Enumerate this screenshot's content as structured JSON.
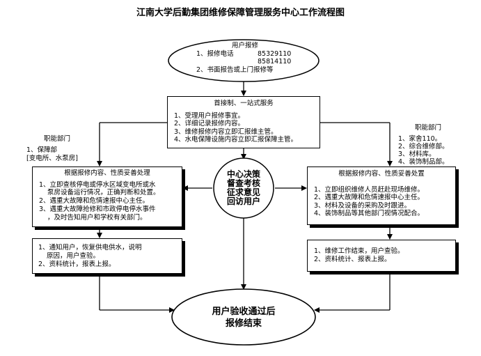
{
  "title": "江南大学后勤集团维修保障管理服务中心工作流程图",
  "top_ellipse": {
    "heading": "用户报修",
    "items": [
      "1、报修电话",
      "2、书面报告或上门报修等"
    ],
    "phones": [
      "85329110",
      "85814110"
    ]
  },
  "first_box": {
    "heading": "首接制、一站式服务",
    "items": [
      "1、受理用户报修事宜。",
      "2、详细记录报修内容。",
      "3、维修报修内容立即汇报维主管。",
      "4、水电保障设施内容立即汇报保障主管。"
    ]
  },
  "left_dept": {
    "heading": "职能部门",
    "items": [
      "1、保障部",
      "[变电所、水泵房]"
    ]
  },
  "right_dept": {
    "heading": "职能部门",
    "items": [
      "1、家舍110。",
      "2、综合维修部。",
      "3、材料库。",
      "4、装饰制品部。"
    ]
  },
  "left_process": {
    "heading": "根据报修内容、性质妥善处理",
    "items": [
      "1、立即查核停电或停水区域变电所或水",
      "泵房设备运行情况，正确判断和处置。",
      "2、遇重大故障和危情速报中心主任。",
      "3、遇重大故障抢修和市政停电停水事件",
      "，及时告知用户和学校有关部门。"
    ]
  },
  "right_process": {
    "heading": "根据报修内容、性质妥善处置",
    "items": [
      "1、立即组织维修人员赶赴现场维修。",
      "2、遇重大故障和危情速报中心主任。",
      "3、材料及设备的采购及时跟进。",
      "4、装饰制品等其他部门视情况配合。"
    ]
  },
  "center_circle": {
    "lines": [
      "中心决策",
      "督查考核",
      "征求意见",
      "回访用户"
    ]
  },
  "left_result": {
    "items": [
      "1、通知用户，恢复供电供水，说明",
      "原因，用户查验。",
      "2、资料统计，报表上报。"
    ]
  },
  "right_result": {
    "items": [
      "1、维修工作结束，用户查验。",
      "2、资料统计、报表上报。"
    ]
  },
  "bottom_ellipse": {
    "lines": [
      "用户验收通过后",
      "报修结束"
    ]
  }
}
